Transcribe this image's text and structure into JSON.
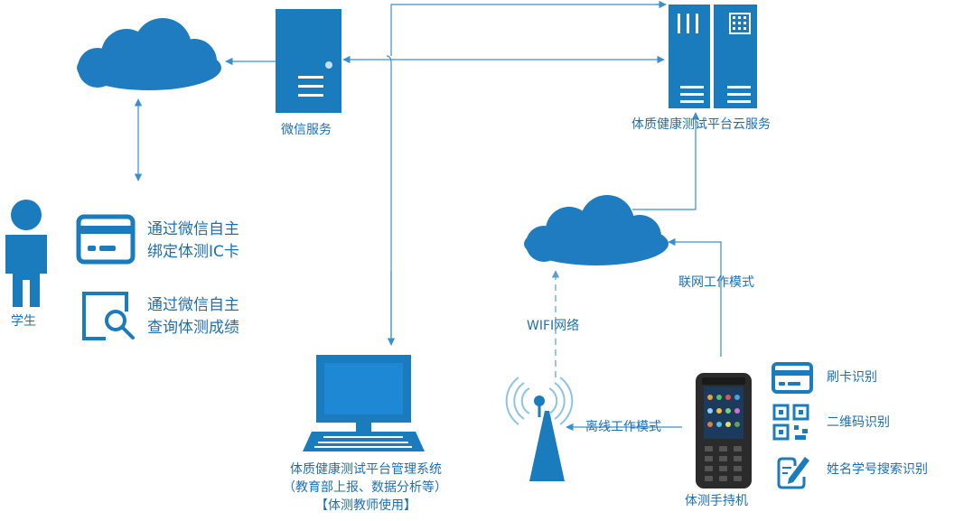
{
  "wechat_service": "微信服务",
  "cloud_service": "体质健康测试平台云服务",
  "student": {
    "label": "学生",
    "bind_text": [
      "通过微信自主",
      "绑定体测IC卡"
    ],
    "query_text": [
      "通过微信自主",
      "查询体测成绩"
    ]
  },
  "management": {
    "line1": "体质健康测试平台管理系统",
    "line2": "（教育部上报、数据分析等）",
    "line3": "【体测教师使用】"
  },
  "wifi_label": "WIFI网络",
  "online_mode": "联网工作模式",
  "offline_mode": "离线工作模式",
  "handheld": "体测手持机",
  "features": [
    "刷卡识别",
    "二维码识别",
    "姓名学号搜索识别"
  ],
  "colors": {
    "primary": "#1a7bbd",
    "cloud": "#1f7cc0",
    "arrow": "#3a8fcf",
    "screen": "#1e88d4"
  }
}
